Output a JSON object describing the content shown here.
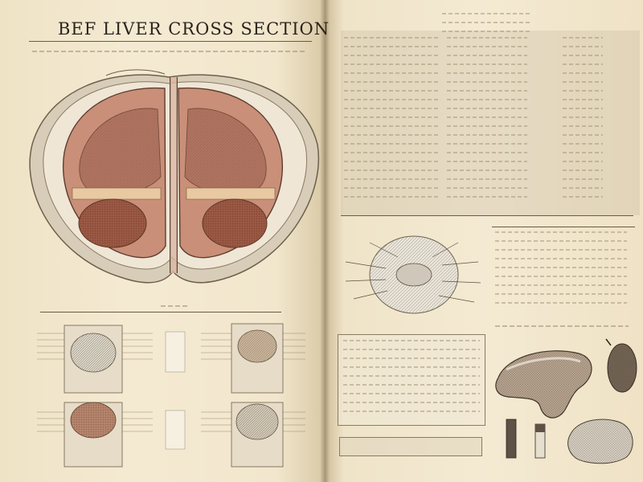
{
  "title": "BEF LIVER CROSS SECTION",
  "colors": {
    "page": "#f3e8cf",
    "ink": "#2b241c",
    "organ_tissue": "#b87a63",
    "organ_outer": "#cfc3ae",
    "lobule": "#9a5a45"
  },
  "icons": [
    "liver-cross-section-illustration",
    "circular-cell-diagram",
    "bean-organ-illustration",
    "seed-illustration",
    "stone-illustration",
    "vial-illustration"
  ]
}
